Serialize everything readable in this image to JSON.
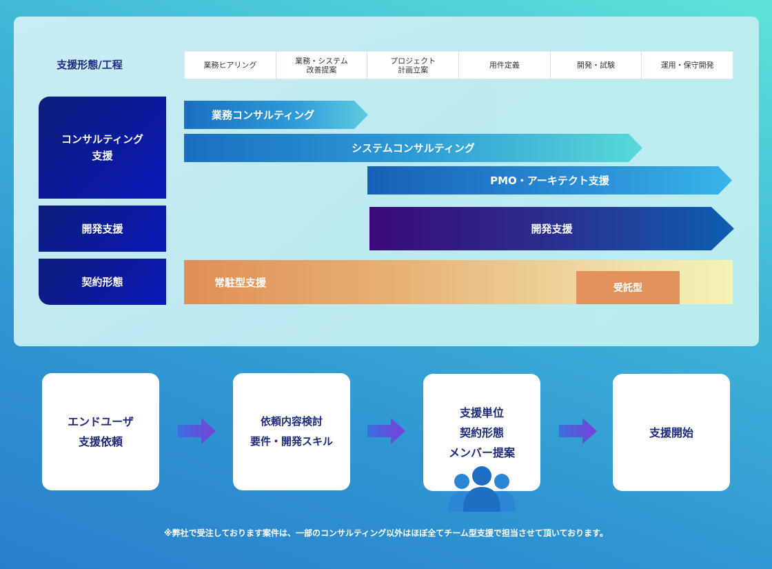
{
  "header": {
    "label": "支援形態/工程",
    "phases": [
      "業務ヒアリング",
      "業務・システム\n改善提案",
      "プロジェクト\n計画立案",
      "用件定義",
      "開発・試験",
      "運用・保守開発"
    ]
  },
  "categories": {
    "consulting": "コンサルティング\n支援",
    "development": "開発支援",
    "contract": "契約形態"
  },
  "bars": {
    "business_consulting": "業務コンサルティング",
    "system_consulting": "システムコンサルティング",
    "pmo": "PMO・アーキテクト支援",
    "development": "開発支援",
    "resident": "常駐型支援",
    "outsourced": "受託型"
  },
  "flow": {
    "step1": "エンドユーザ\n支援依頼",
    "step2": "依頼内容検討\n要件・開発スキル",
    "step3": "支援単位\n契約形態\nメンバー提案",
    "step4": "支援開始"
  },
  "footnote": "※弊社で受注しております案件は、一部のコンサルティング以外はほぼ全てチーム型支援で担当させて頂いております。",
  "colors": {
    "navy": "#0b1a9e",
    "arrow_purple": "#6a3fd8",
    "text_dark": "#1b2a7a"
  }
}
